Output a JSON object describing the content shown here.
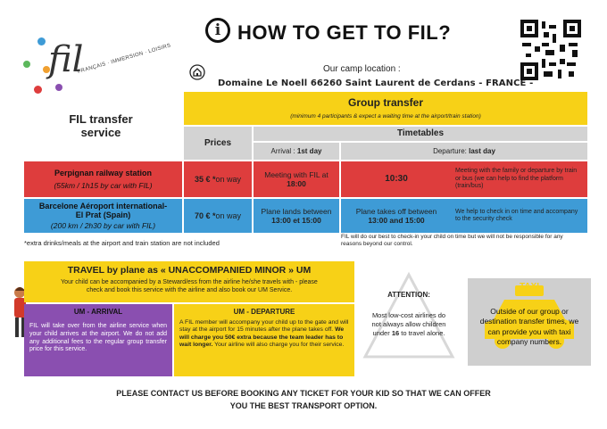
{
  "logo": {
    "mark": "fil",
    "tagline": "FRANÇAIS · IMMERSION · LOISIRS"
  },
  "header": {
    "title": "HOW TO GET TO FIL?",
    "info_icon": "i",
    "location_label": "Our camp location :",
    "location_address": "Domaine Le Noell 66260 Saint Laurent de Cerdans - FRANCE -"
  },
  "sidebar_title": "FIL transfer service",
  "table": {
    "group_transfer": "Group transfer",
    "group_note": "(minimum 4 participants & expect a waiting time at the airport/train station)",
    "prices_header": "Prices",
    "timetables_header": "Timetables",
    "arrival_header_prefix": "Arrival : ",
    "arrival_header_day": "1st day",
    "departure_header_prefix": "Departure: ",
    "departure_header_day": "last day",
    "rows": [
      {
        "name": "Perpignan railway station",
        "detail": "(55km / 1h15 by car with FIL)",
        "price_amount": "35 € *",
        "price_suffix": " on way",
        "arrival_text": "Meeting with FIL at",
        "arrival_time": "18:00",
        "departure_time": "10:30",
        "departure_note": "Meeting with the family or departure by train or bus (we can help to find the platform (train/bus)"
      },
      {
        "name": "Barcelone Aéroport international- El Prat (Spain)",
        "detail": "(200 km / 2h30 by car with FIL)",
        "price_amount": "70 € *",
        "price_suffix": " on way",
        "arrival_text": "Plane lands between",
        "arrival_time": "13:00 et 15:00",
        "departure_text": "Plane takes off between",
        "departure_time": "13:00  and 15:00",
        "departure_note": "We help to check in on time and accompany to the security check"
      }
    ],
    "footnote": "*extra drinks/meals at the airport and train station are not included",
    "checkin_note": "FIL will do our best to check-in your child on time but we will not be responsible for any reasons beyond our control."
  },
  "minor": {
    "heading": "TRAVEL by plane as « UNACCOMPANIED MINOR » UM",
    "intro": "Your child can be accompanied by a Steward/ess from the airline he/she travels with - please check and book this service with the airline and also book our UM Service.",
    "arrival_title": "UM - ARRIVAL",
    "arrival_text": "FIL will take over from the airline service when your child arrives at the airport. We do not add any additional fees to the regular group transfer price for this service.",
    "departure_title": "UM - DEPARTURE",
    "departure_text_1": "A FIL member will accompany your child up to the gate and will stay at the airport for 15 minutes after the plane takes off.",
    "departure_text_bold": "We will charge you 50€ extra because the team leader has to wait longer.",
    "departure_text_2": "Your airline will also charge you for their service."
  },
  "attention": {
    "title": "ATTENTION:",
    "text_1": "Most low-cost airlines do not always allow children under ",
    "text_bold": "16",
    "text_2": " to travel alone."
  },
  "taxi": {
    "label": "TAXI",
    "text": "Outside of our group or destination transfer times, we can provide you with taxi company numbers."
  },
  "footer": {
    "line1": "PLEASE CONTACT US BEFORE BOOKING ANY TICKET FOR YOUR KID SO THAT WE CAN OFFER",
    "line2": "YOU THE BEST TRANSPORT OPTION."
  },
  "colors": {
    "yellow": "#f7d117",
    "red": "#de3d3d",
    "blue": "#3e9bd6",
    "purple": "#8a4fb0",
    "grey": "#d3d3d3"
  }
}
